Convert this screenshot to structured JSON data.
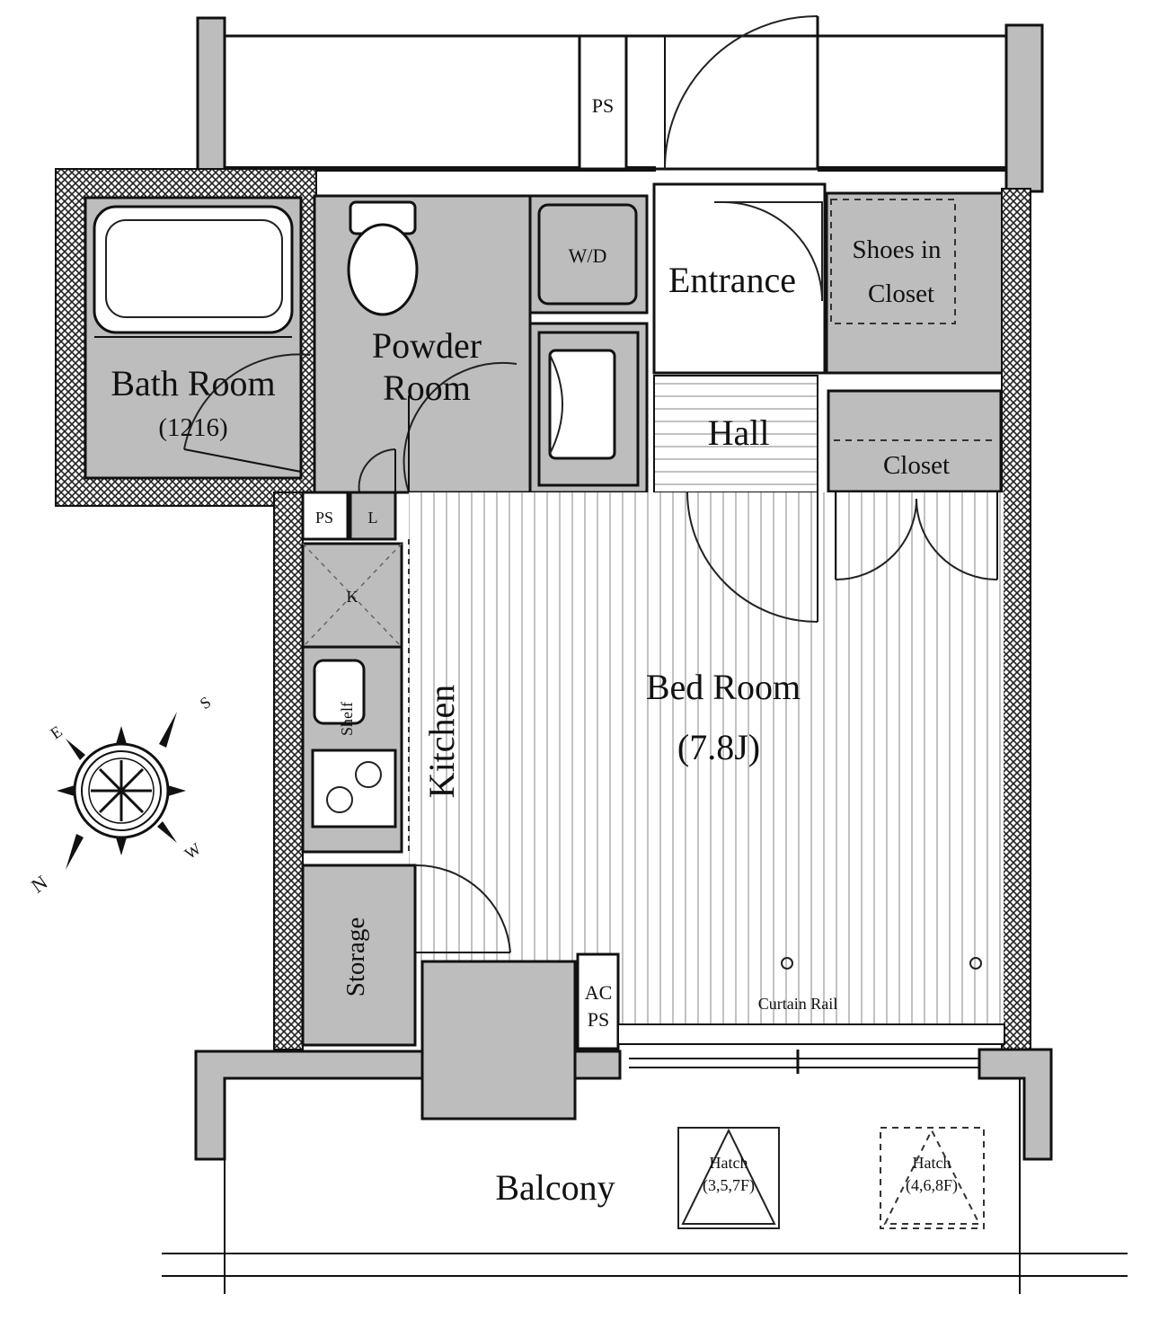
{
  "rooms": {
    "bath": "Bath Room",
    "bath_size": "(1216)",
    "powder_1": "Powder",
    "powder_2": "Room",
    "wd": "W/D",
    "entrance": "Entrance",
    "shoes_1": "Shoes in",
    "shoes_2": "Closet",
    "hall": "Hall",
    "closet": "Closet",
    "ps_top": "PS",
    "ps_small": "PS",
    "l": "L",
    "k": "K",
    "shelf": "Shelf",
    "kitchen": "Kitchen",
    "bedroom": "Bed Room",
    "bedroom_size": "(7.8J)",
    "storage": "Storage",
    "ac": "AC",
    "ac_ps": "PS",
    "curtain": "Curtain Rail",
    "balcony": "Balcony",
    "hatch1": "Hatch",
    "hatch1_floors": "(3,5,7F)",
    "hatch2": "Hatch",
    "hatch2_floors": "(4,6,8F)"
  },
  "compass": {
    "n": "N",
    "s": "S",
    "e": "E",
    "w": "W"
  }
}
